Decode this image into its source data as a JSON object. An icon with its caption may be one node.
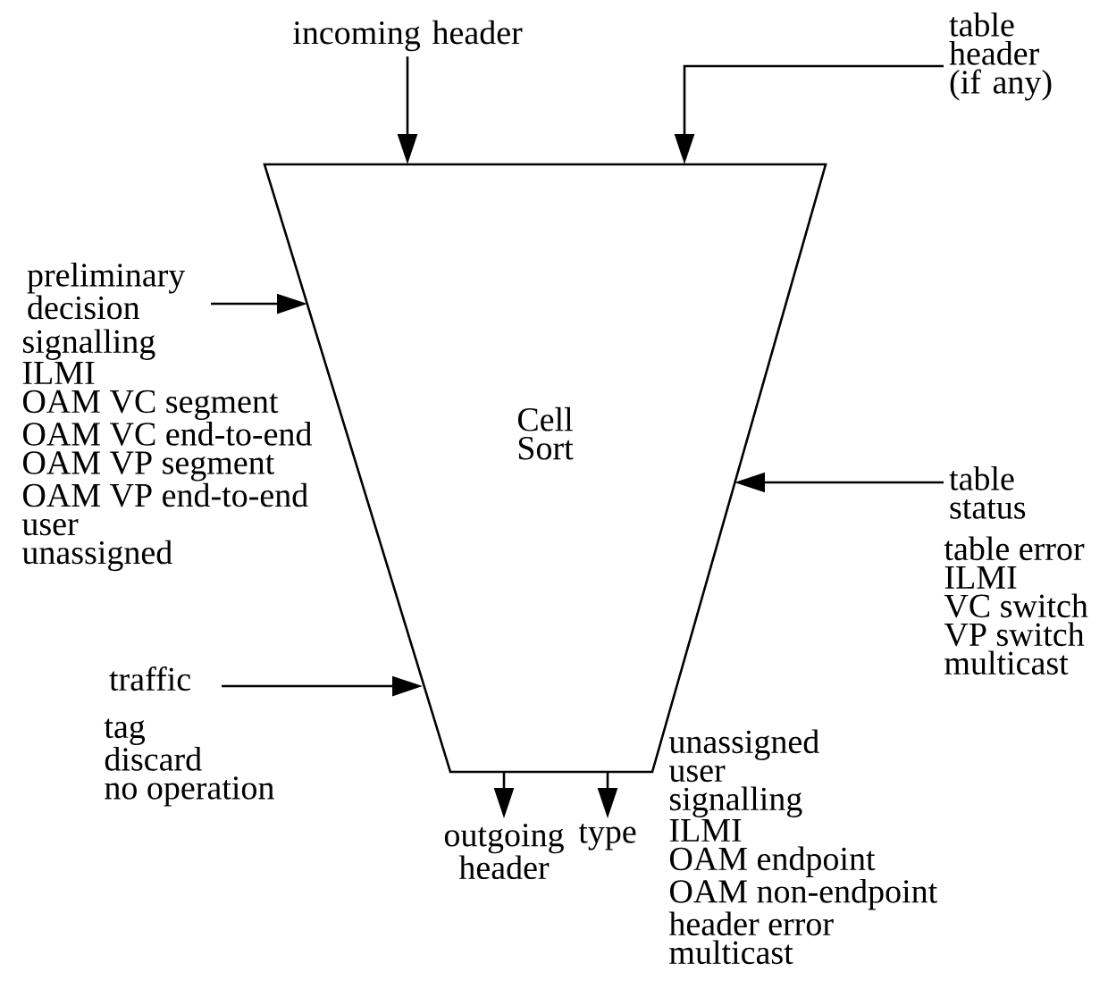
{
  "diagram": {
    "nodes": [
      {
        "text": [
          "Cell Sort"
        ]
      },
      {
        "text": [
          "incoming header"
        ]
      },
      {
        "text": [
          "table header (if any)"
        ]
      },
      {
        "text": [
          "preliminary decision"
        ],
        "beside": [
          "signalling",
          "ILMI",
          "OAM VC segment",
          "OAM VC end-to-end",
          "OAM VP segment",
          "OAM VP end-to-end",
          "user",
          "unassigned"
        ]
      },
      {
        "text": [
          "table status"
        ],
        "beside": [
          "table error",
          "ILMI",
          "VC switch",
          "VP switch",
          "multicast"
        ]
      },
      {
        "text": [
          "traffic"
        ],
        "beside": [
          "tag",
          "discard",
          "no operation"
        ]
      },
      {
        "text": [
          "outgoing header"
        ]
      },
      {
        "text": [
          "type"
        ],
        "beside": [
          "unassigned",
          "user",
          "signalling",
          "ILMI",
          "OAM endpoint",
          "OAM non-endpoint",
          "header error",
          "multicast"
        ]
      }
    ],
    "edges": [
      {
        "from": 1,
        "to": 0,
        "arrow": "to"
      },
      {
        "from": 2,
        "to": 0,
        "arrow": "to"
      },
      {
        "from": 3,
        "to": 0,
        "arrow": "to"
      },
      {
        "from": 4,
        "to": 0,
        "arrow": "to"
      },
      {
        "from": 5,
        "to": 0,
        "arrow": "to"
      },
      {
        "from": 0,
        "to": 6,
        "arrow": "to"
      },
      {
        "from": 0,
        "to": 7,
        "arrow": "to"
      }
    ]
  }
}
